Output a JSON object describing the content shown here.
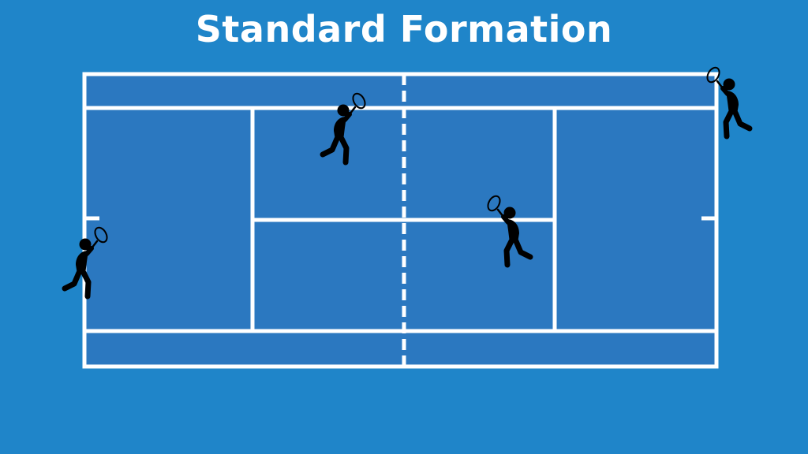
{
  "title": "Standard Formation",
  "colors": {
    "background": "#1f85c9",
    "court": "#2b78c0",
    "lines": "#ffffff",
    "players": "#000000"
  },
  "players": [
    {
      "name": "player-left-baseline",
      "icon": "tennis-player-icon"
    },
    {
      "name": "player-top-service-box",
      "icon": "tennis-player-icon"
    },
    {
      "name": "player-center-service-box",
      "icon": "tennis-player-icon"
    },
    {
      "name": "player-right-baseline",
      "icon": "tennis-player-icon"
    }
  ]
}
